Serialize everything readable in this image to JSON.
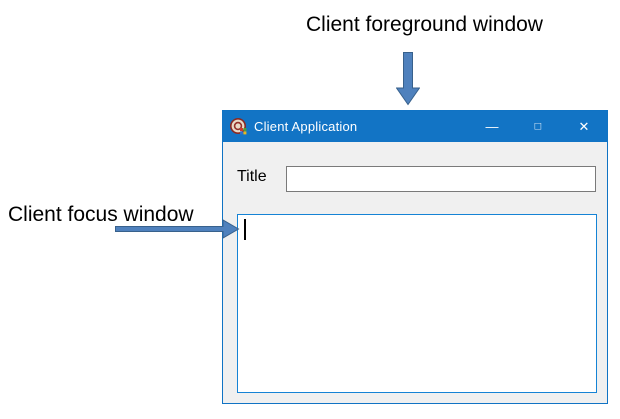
{
  "annotations": {
    "foreground_label": "Client foreground window",
    "focus_label": "Client focus window"
  },
  "window": {
    "titlebar": {
      "title": "Client Application",
      "app_icon": "app-logo-icon",
      "minimize_glyph": "—",
      "maximize_glyph": "□",
      "close_glyph": "✕"
    },
    "form": {
      "title_label": "Title",
      "title_value": "",
      "body_value": ""
    }
  },
  "colors": {
    "titlebar_bg": "#1274c5",
    "titlebar_text": "#ffffff",
    "window_border": "#1073c4",
    "client_bg": "#f0f0f0",
    "input_border": "#7a7a7a",
    "focus_border": "#1583d5",
    "arrow_fill": "#4f81bd",
    "arrow_stroke": "#38618c",
    "annotation_text": "#000000"
  }
}
